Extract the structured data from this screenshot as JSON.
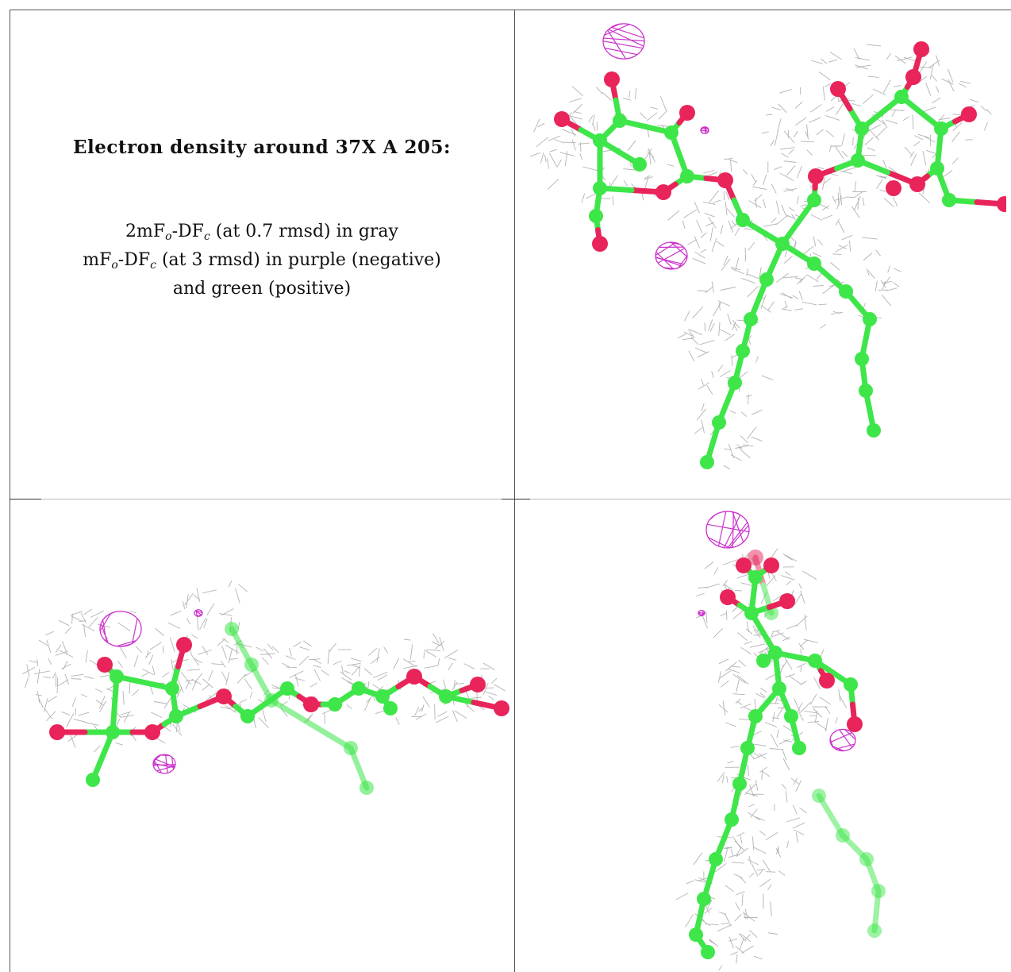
{
  "caption": {
    "title": "Electron density around 37X A 205:",
    "line1": {
      "prefix": "2mF",
      "sub1": "o",
      "mid": "-DF",
      "sub2": "c",
      "rest": " (at 0.7 rmsd) in gray"
    },
    "line2": {
      "prefix": "mF",
      "sub1": "o",
      "mid": "-DF",
      "sub2": "c",
      "rest": " (at 3 rmsd) in purple (negative)"
    },
    "line3": "and green (positive)"
  },
  "colors": {
    "mesh_gray": "#a6a6a6",
    "difference_negative": "#cc33cc",
    "carbon_green": "#3ee64a",
    "oxygen_red": "#e8245a",
    "border": "#555555"
  },
  "panels": [
    {
      "name": "view-top-right"
    },
    {
      "name": "view-bottom-left"
    },
    {
      "name": "view-bottom-right"
    }
  ]
}
